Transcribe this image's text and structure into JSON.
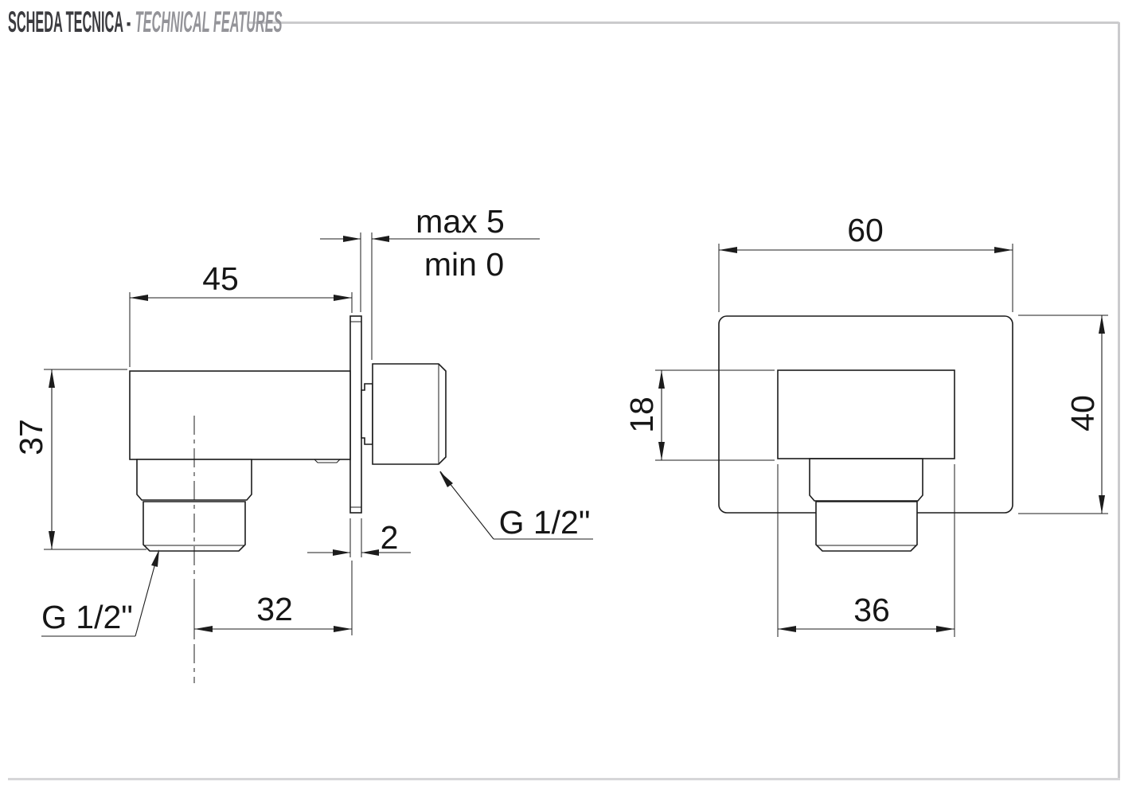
{
  "header": {
    "title_it": "SCHEDA TECNICA -",
    "title_en": "TECHNICAL FEATURES"
  },
  "drawing": {
    "side_view": {
      "dims": {
        "body_depth": "45",
        "total_height": "37",
        "wall_allowance_max": "max 5",
        "wall_allowance_min": "min 0",
        "plate_thickness": "2",
        "outlet_offset": "32",
        "bottom_thread": "G 1/2\"",
        "back_thread": "G 1/2\""
      }
    },
    "front_view": {
      "dims": {
        "plate_width": "60",
        "plate_height": "40",
        "body_height": "18",
        "body_width": "36"
      }
    }
  },
  "colors": {
    "line": "#1c1c1c",
    "frame_rule": "#cbcbcd",
    "title_primary": "#3b3b3f",
    "title_secondary": "#949499",
    "background": "#ffffff"
  }
}
